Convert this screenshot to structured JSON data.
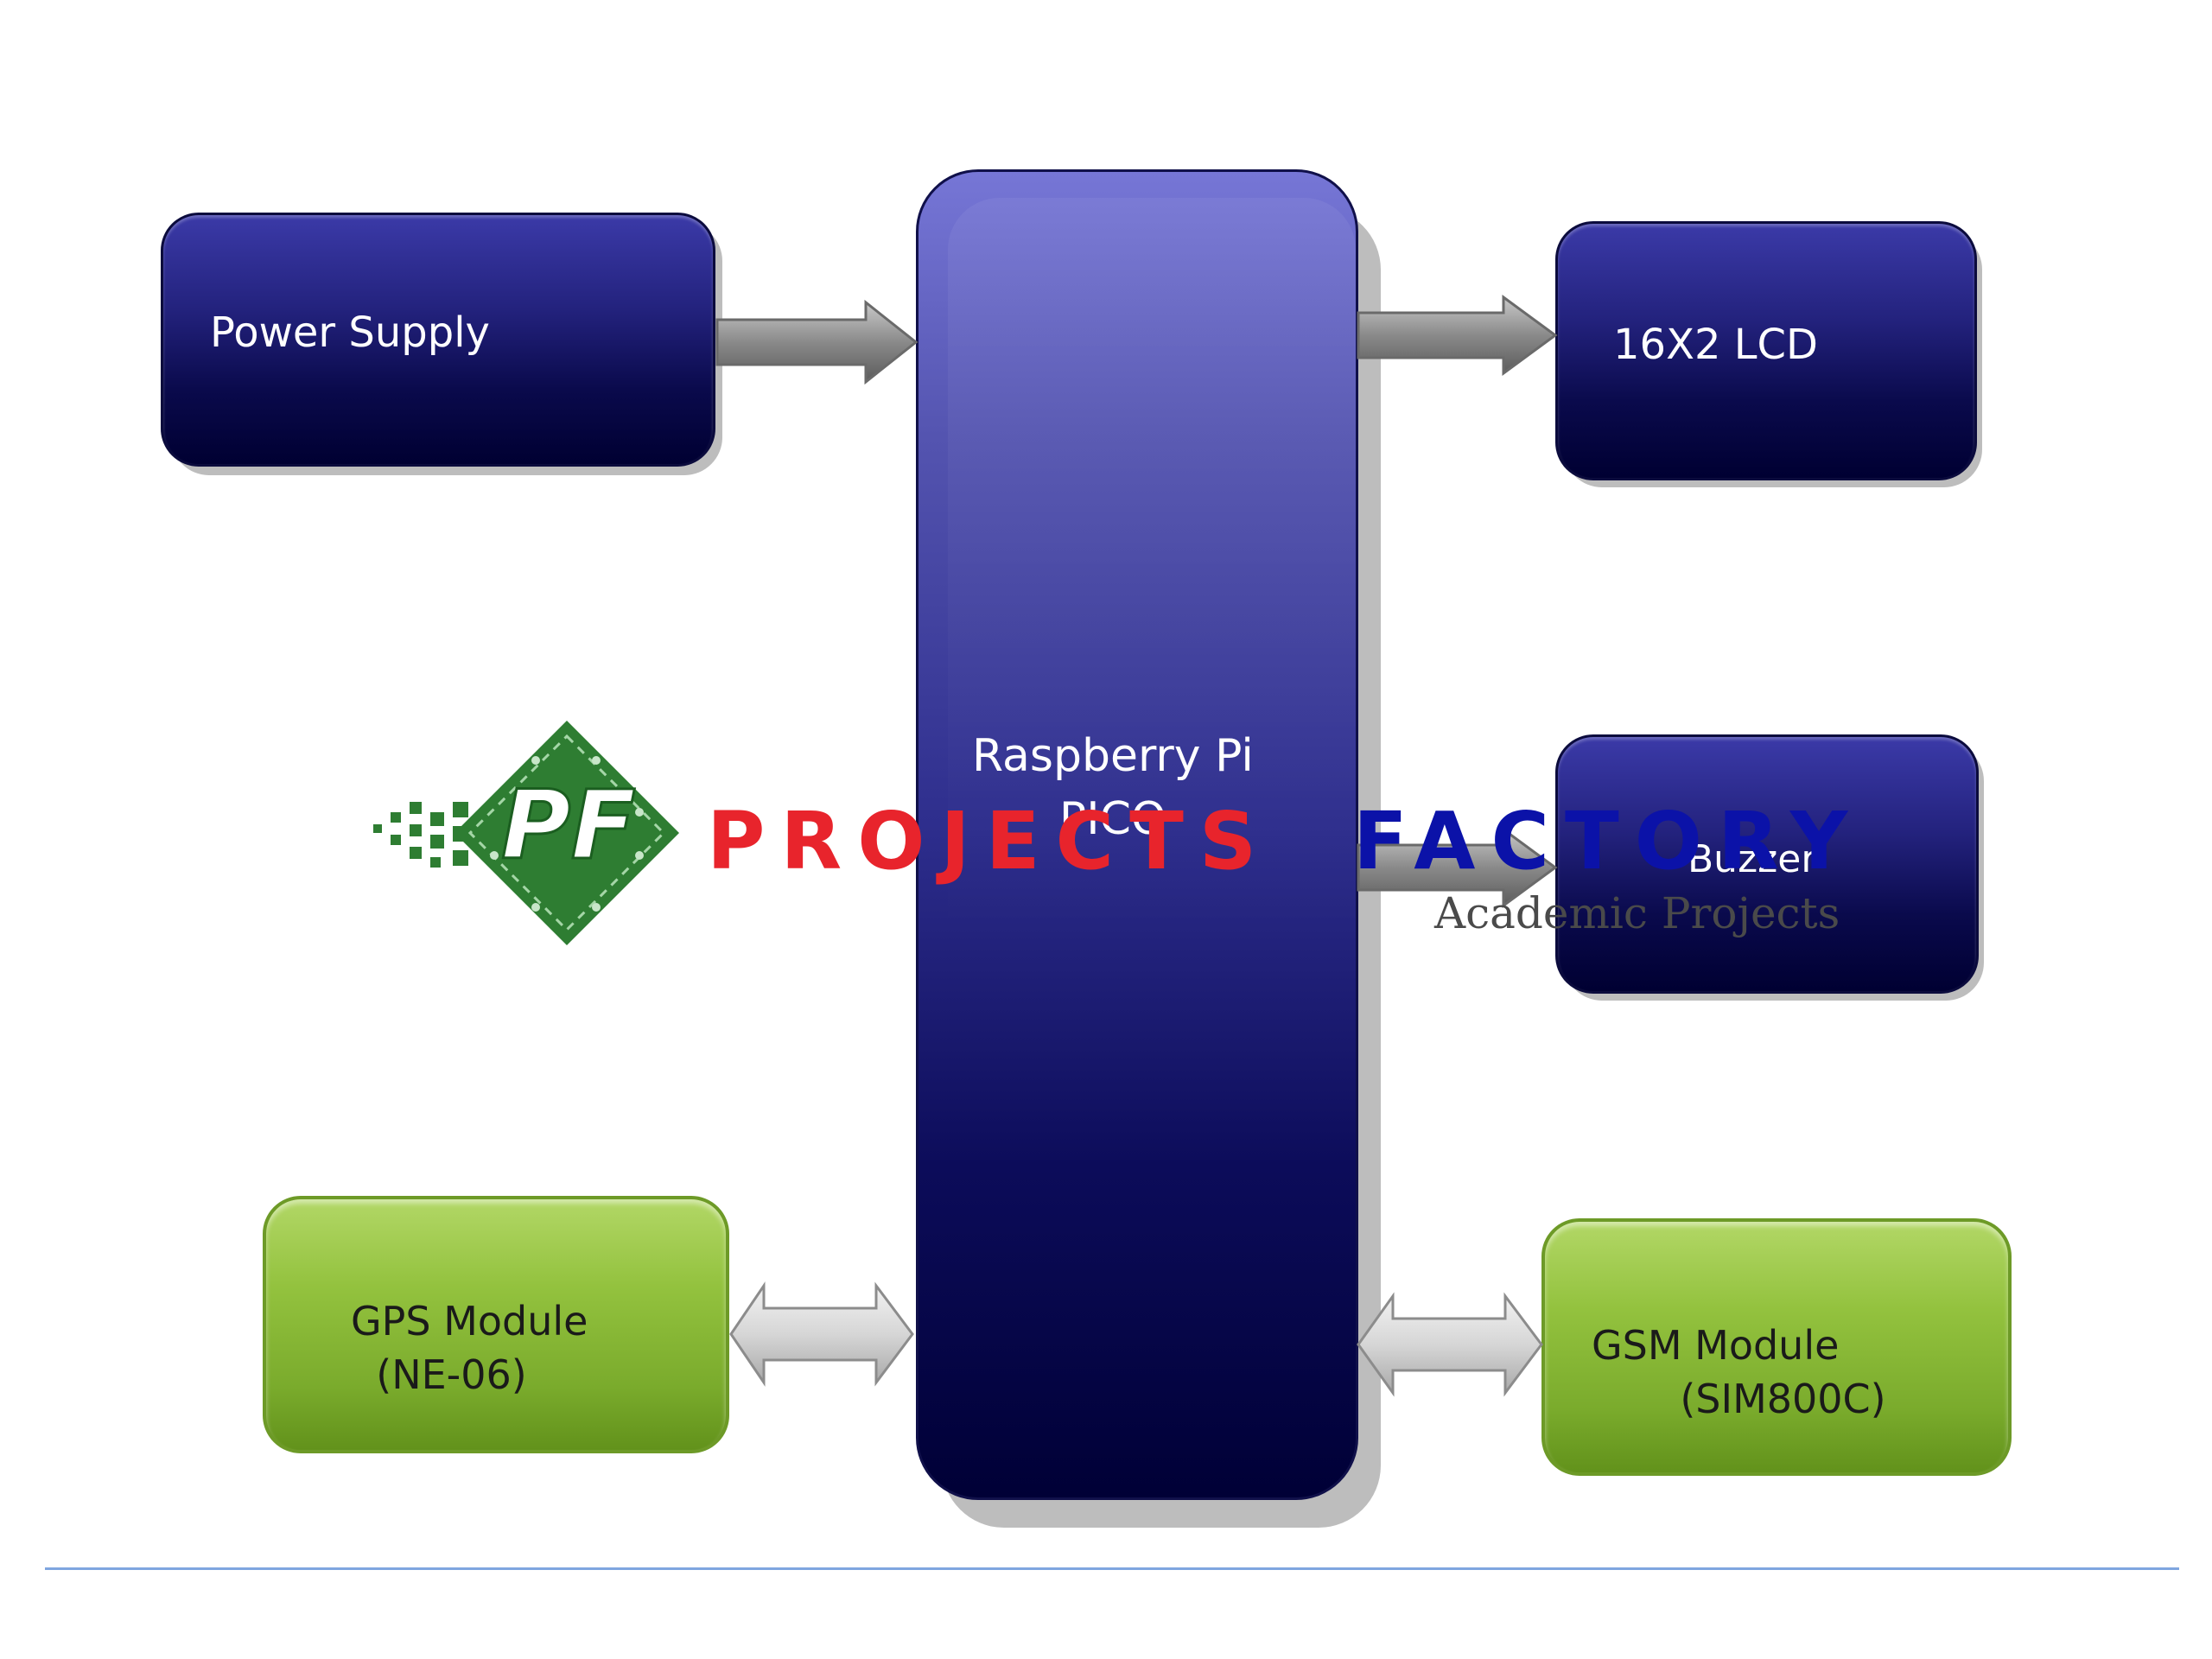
{
  "blocks": {
    "power_supply": "Power Supply",
    "mcu": "Raspberry Pi\nPICO",
    "lcd": "16X2 LCD",
    "buzzer": "Buzzer",
    "gps": "GPS Module\n  (NE-06)",
    "gsm": "GSM Module\n       (SIM800C)"
  },
  "watermark": {
    "logo_letters": "PF",
    "word1": "PROJECTS",
    "word2": "FACTORY",
    "tagline": "Academic Projects"
  },
  "colors": {
    "navy": "#000032",
    "green": "#7aab2c",
    "arrow_gray": "#8c8c8c",
    "watermark_red": "#e8242c",
    "watermark_blue": "#0b12a8",
    "logo_green": "#2e7d32"
  }
}
